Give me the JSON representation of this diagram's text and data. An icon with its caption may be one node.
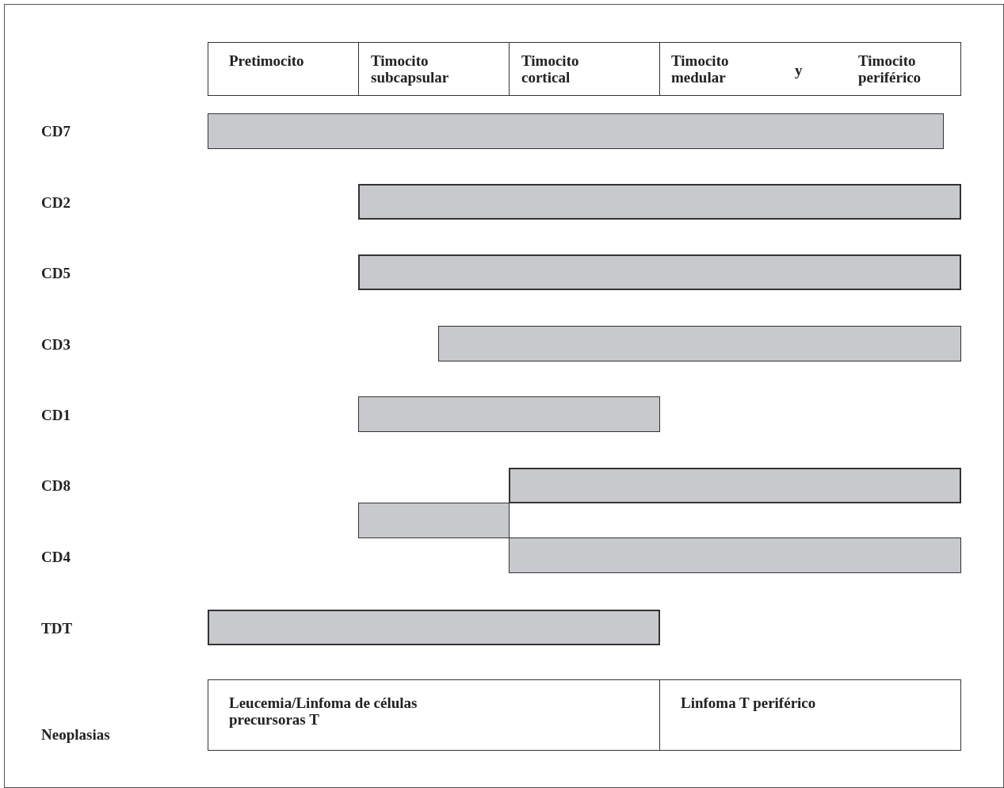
{
  "diagram": {
    "nodes": [
      {
        "text": [
          "Pretimocito"
        ]
      },
      {
        "text": [
          "Timocito subcapsular"
        ]
      },
      {
        "text": [
          "Timocito cortical"
        ]
      },
      {
        "text": [
          "Timocito medular",
          "y",
          "Timocito periférico"
        ]
      },
      {
        "text": [],
        "shape": "bar"
      },
      {
        "text": [],
        "shape": "bar"
      },
      {
        "text": [],
        "shape": "bar"
      },
      {
        "text": [],
        "shape": "bar"
      },
      {
        "text": [],
        "shape": "bar"
      },
      {
        "text": [],
        "shape": "bar"
      },
      {
        "text": [],
        "shape": "bar"
      },
      {
        "text": [],
        "shape": "bar"
      },
      {
        "text": [],
        "shape": "bar"
      },
      {
        "text": [
          "Leucemia/Linfoma de células precursoras T"
        ]
      },
      {
        "text": [
          "Linfoma T periférico"
        ]
      }
    ],
    "labels": [
      "CD7",
      "CD2",
      "CD5",
      "CD3",
      "CD1",
      "CD8",
      "CD4",
      "TDT",
      "Neoplasias"
    ]
  }
}
